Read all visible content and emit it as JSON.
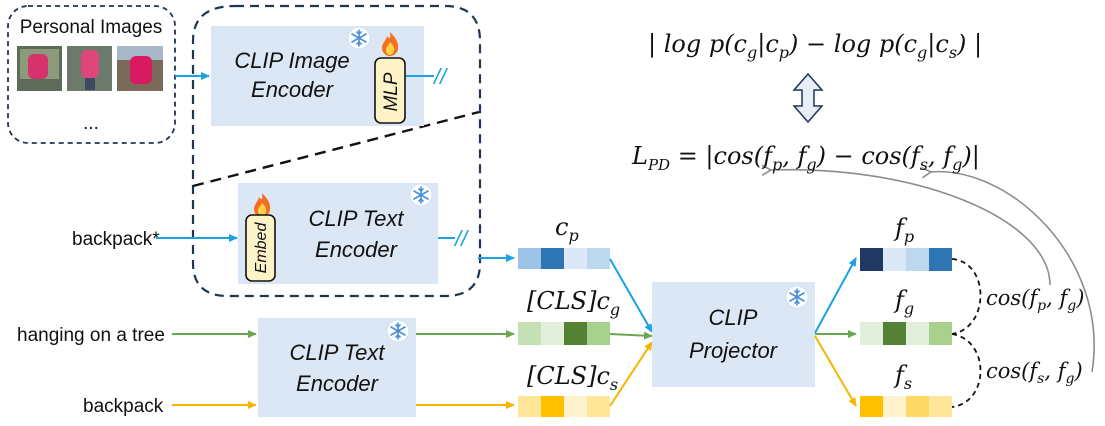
{
  "personal_images": {
    "title": "Personal Images",
    "ellipsis": "..."
  },
  "image_encoder": {
    "line1": "CLIP Image",
    "line2": "Encoder",
    "mlp_label": "MLP"
  },
  "text_encoder_top": {
    "line1": "CLIP Text",
    "line2": "Encoder",
    "embed_label": "Embed"
  },
  "text_encoder_bottom": {
    "line1": "CLIP Text",
    "line2": "Encoder"
  },
  "projector": {
    "line1": "CLIP",
    "line2": "Projector"
  },
  "inputs": {
    "personal_token": "backpack*",
    "context": "hanging on a tree",
    "class": "backpack"
  },
  "stop_grad": "//",
  "embeddings": {
    "cp": "c",
    "cp_sub": "p",
    "cg_prefix": "[CLS]c",
    "cg_sub": "g",
    "cs_prefix": "[CLS]c",
    "cs_sub": "s"
  },
  "features": {
    "fp": "f",
    "fp_sub": "p",
    "fg": "f",
    "fg_sub": "g",
    "fs": "f",
    "fs_sub": "s"
  },
  "cos_labels": {
    "pg": "cos(f",
    "sg": "cos(f"
  },
  "equations": {
    "top": "| log p(c",
    "loss_name": "L",
    "loss_sub": "PD"
  },
  "colors": {
    "blue_arrow": "#1aa3e0",
    "green_arrow": "#6aa84f",
    "yellow_arrow": "#f7b500",
    "box_fill": "#dbe7f4",
    "gray_arrow": "#8c8c8c"
  }
}
